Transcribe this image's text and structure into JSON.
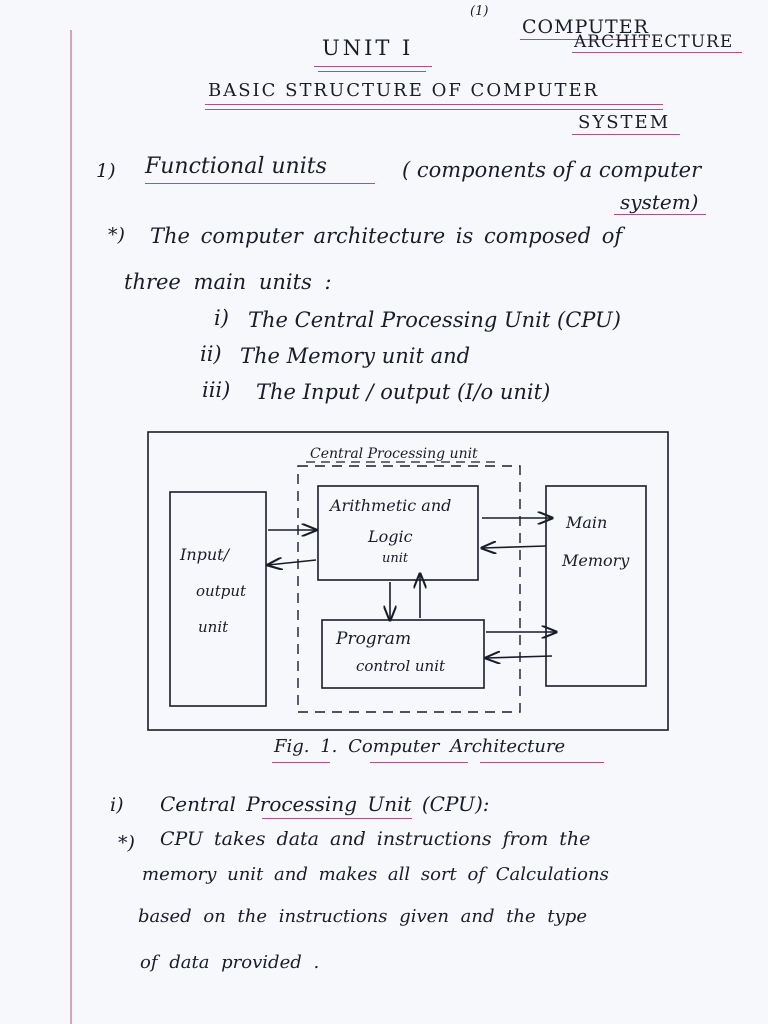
{
  "header": {
    "page_number": "(1)",
    "unit_title": "UNIT I",
    "subject_line1": "COMPUTER",
    "subject_line2": "ARCHITECTURE",
    "heading_line1": "BASIC  STRUCTURE OF  COMPUTER",
    "heading_line2": "SYSTEM"
  },
  "section1": {
    "number": "1)",
    "title": "Functional  units",
    "paren_line1": "( components of a computer",
    "paren_line2": "system)",
    "bullet": "*)",
    "intro_line1": "The  computer  architecture  is  composed  of",
    "intro_line2": "three  main  units :",
    "list": [
      {
        "marker": "i)",
        "text": "The   Central Processing Unit (CPU)"
      },
      {
        "marker": "ii)",
        "text": "The   Memory   unit   and"
      },
      {
        "marker": "iii)",
        "text": "The   Input / output (I/o unit)"
      }
    ]
  },
  "diagram": {
    "cpu_label": "Central Processing unit",
    "alu_line1": "Arithmetic and",
    "alu_line2": "Logic",
    "alu_line3": "unit",
    "io_line1": "Input/",
    "io_line2": "output",
    "io_line3": "unit",
    "mem_line1": "Main",
    "mem_line2": "Memory",
    "pcu_line1": "Program",
    "pcu_line2": "control unit",
    "caption": "Fig. 1.  Computer  Architecture"
  },
  "section2": {
    "number": "i)",
    "title": "Central  Processing  Unit  (CPU):",
    "bullet": "*)",
    "line1": "CPU  takes  data   and instructions  from  the",
    "line2": "memory  unit    and   makes  all  sort  of  Calculations",
    "line3": "based   on   the   instructions  given   and  the  type",
    "line4": "of  data   provided ."
  }
}
